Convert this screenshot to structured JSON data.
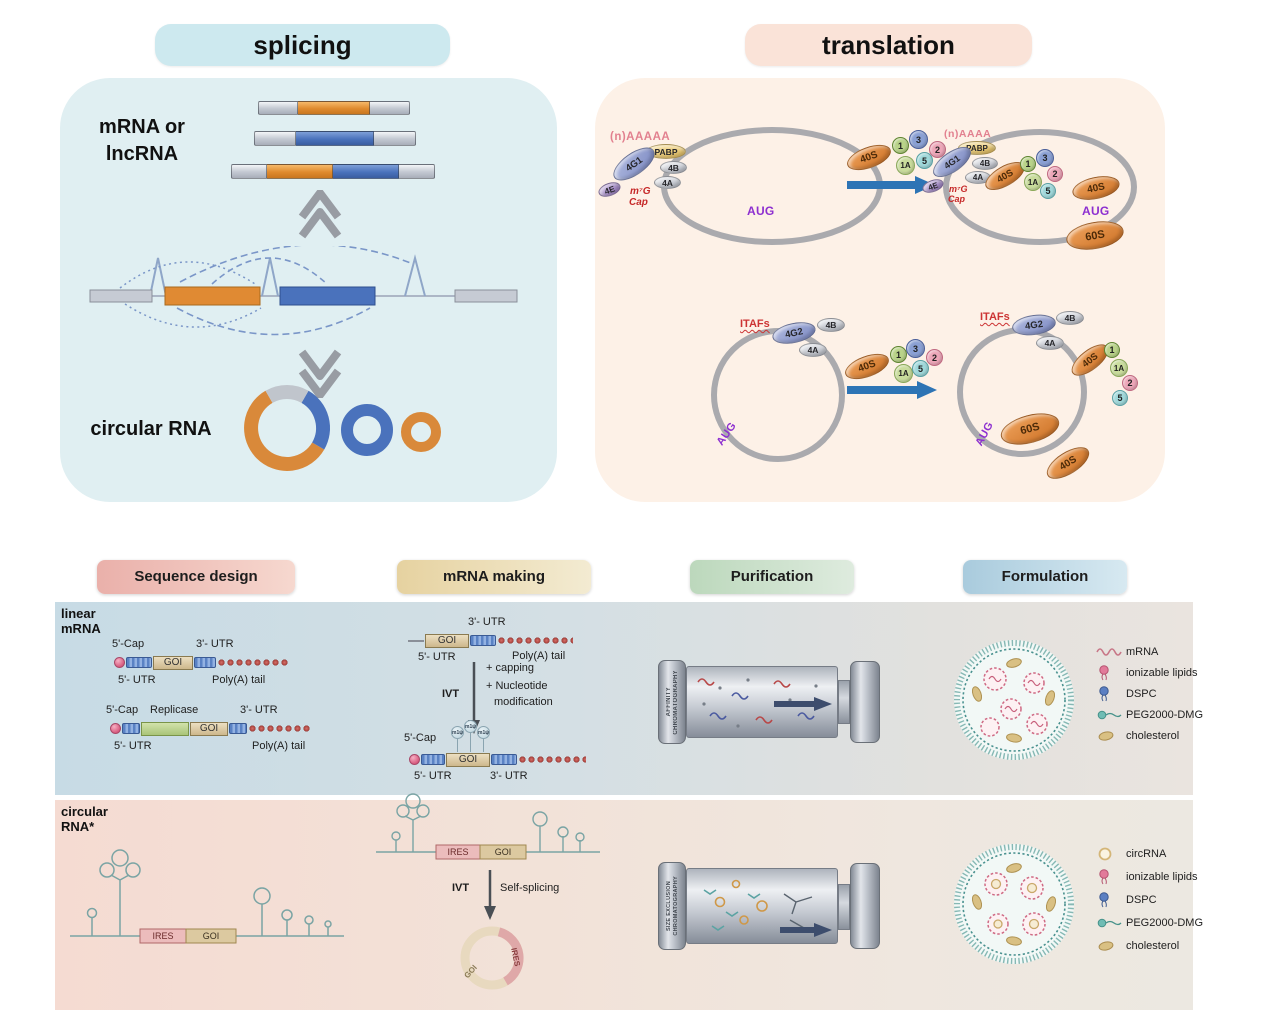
{
  "splicing": {
    "title": "splicing",
    "source_label": {
      "line1": "mRNA or",
      "line2": "lncRNA"
    },
    "product_label": "circular RNA"
  },
  "translation": {
    "title": "translation",
    "factors": {
      "polya_long": "(n)AAAAA",
      "polya_short": "(n)AAAA",
      "pabp": "PABP",
      "eif4g1": "4G1",
      "eif4g2": "4G2",
      "eif4b": "4B",
      "eif4a": "4A",
      "eif4e": "4E",
      "m7g": "m⁷G",
      "cap": "Cap",
      "aug": "AUG",
      "s40": "40S",
      "s60": "60S",
      "eif1": "1",
      "eif3": "3",
      "eif1a": "1A",
      "eif5": "5",
      "eif2": "2",
      "itafs": "ITAFs"
    }
  },
  "pipeline": {
    "headers": {
      "sequence_design": "Sequence design",
      "mrna_making": "mRNA making",
      "purification": "Purification",
      "formulation": "Formulation"
    },
    "linear": {
      "row_label": {
        "line1": "linear",
        "line2": "mRNA"
      },
      "construct_labels": {
        "cap5": "5'-Cap",
        "utr5": "5'- UTR",
        "utr3": "3'- UTR",
        "goi": "GOI",
        "polya": "Poly(A) tail",
        "replicase": "Replicase",
        "m1psi": "m1ψ"
      },
      "making": {
        "ivt": "IVT",
        "step1": "+ capping",
        "step2_line1": "+ Nucleotide",
        "step2_line2": "modification"
      },
      "purification_method": {
        "line1": "AFFINITY",
        "line2": "CHROMATOGRAPHY"
      },
      "legend": [
        {
          "label": "mRNA"
        },
        {
          "label": "ionizable lipids"
        },
        {
          "label": "DSPC"
        },
        {
          "label": "PEG2000-DMG"
        },
        {
          "label": "cholesterol"
        }
      ]
    },
    "circular": {
      "row_label": {
        "line1": "circular",
        "line2": "RNA*"
      },
      "construct_labels": {
        "ires": "IRES",
        "goi": "GOI"
      },
      "making": {
        "ivt": "IVT",
        "step": "Self-splicing",
        "product_ires": "IRES",
        "product_goi": "GOI"
      },
      "purification_method": {
        "line1": "SIZE EXCLUSION",
        "line2": "CHROMATOGRAPHY"
      },
      "legend": [
        {
          "label": "circRNA"
        },
        {
          "label": "ionizable lipids"
        },
        {
          "label": "DSPC"
        },
        {
          "label": "PEG2000-DMG"
        },
        {
          "label": "cholesterol"
        }
      ]
    }
  },
  "colors": {
    "splicing_panel_bg": "#e0eff2",
    "translation_panel_bg": "#fdf1e7",
    "exon_orange": "#e08a34",
    "exon_blue": "#4a72bc",
    "ribosome_orange": "#de8840",
    "aug_purple": "#8d2fd0",
    "cap_red": "#c62828",
    "arrow_blue": "#2d74b5"
  }
}
